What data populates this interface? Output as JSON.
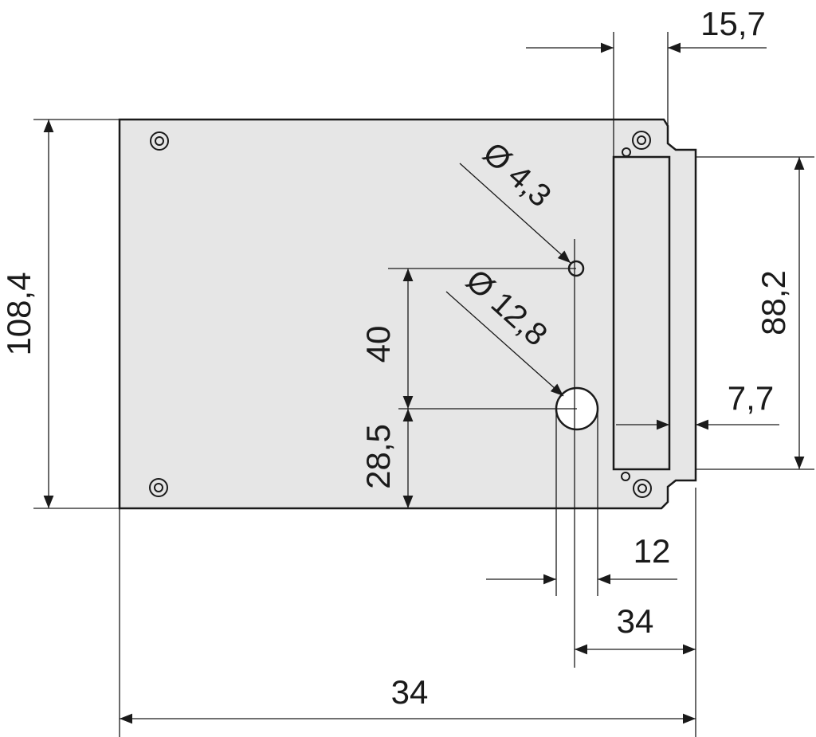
{
  "colors": {
    "plate_fill": "#e6e6e6",
    "line": "#1a1a1a",
    "background": "#ffffff"
  },
  "dimensions": {
    "top_width": "15,7",
    "hole_small": "Ø 4,3",
    "hole_large": "Ø 12,8",
    "total_height": "108,4",
    "connector_height": "88,2",
    "vertical_40": "40",
    "vertical_28_5": "28,5",
    "connector_depth": "7,7",
    "hole_width": "12",
    "bottom_right": "34",
    "bottom_total": "34"
  }
}
